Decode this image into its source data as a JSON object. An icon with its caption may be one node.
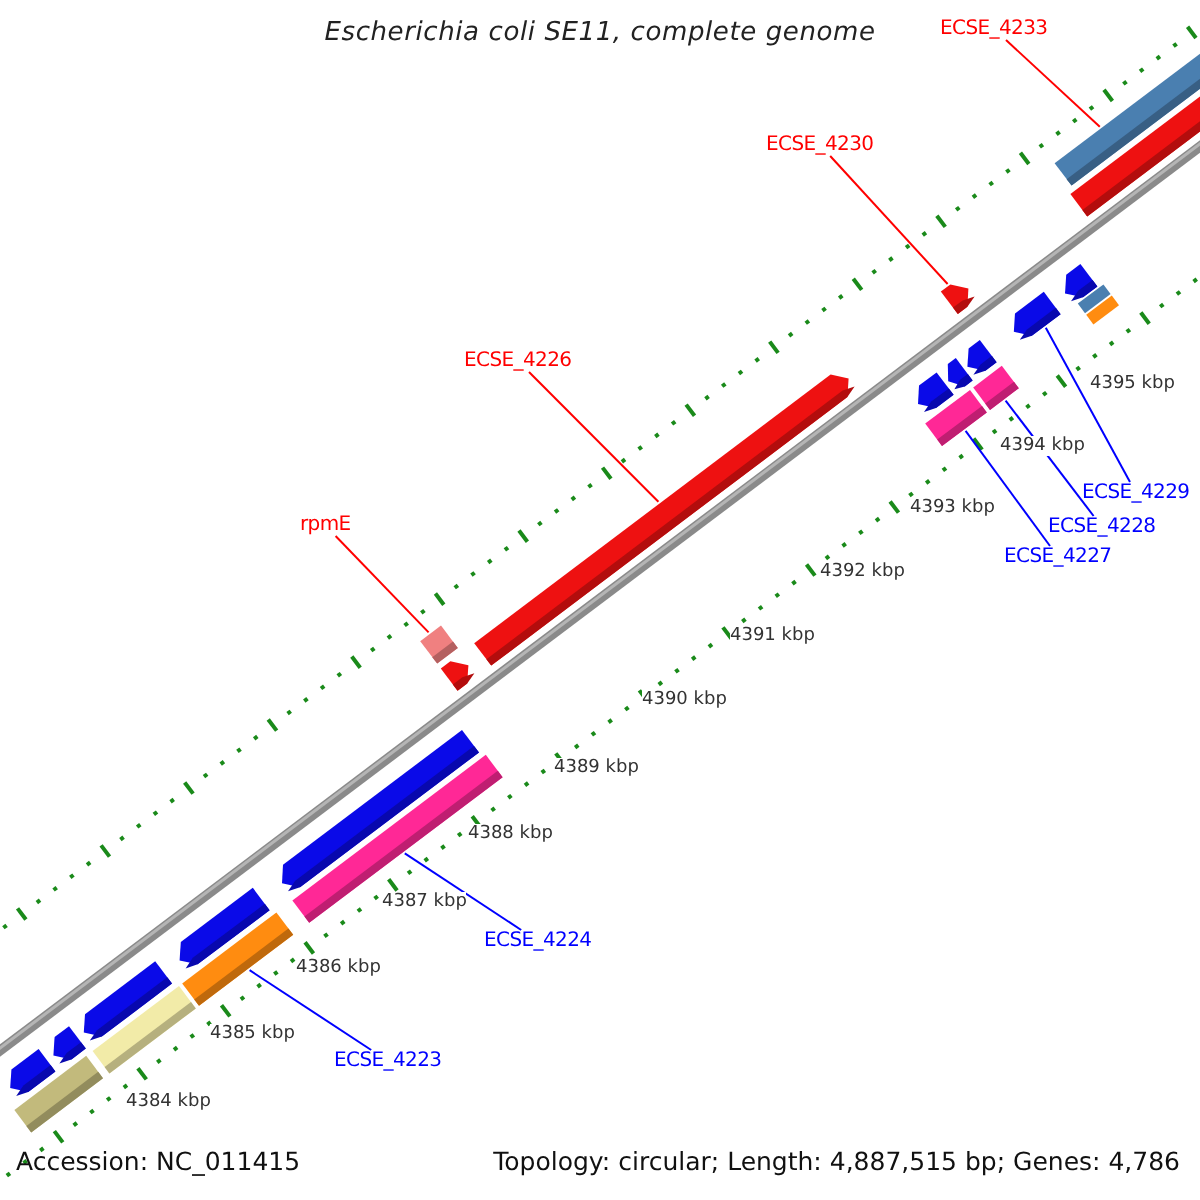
{
  "diagram": {
    "title": "Escherichia coli SE11, complete genome",
    "nodes": [
      {
        "text": [
          "ECSE_4233"
        ]
      },
      {
        "text": [],
        "shape": "bar"
      },
      {
        "text": [
          "ECSE_4230"
        ]
      },
      {
        "text": [],
        "shape": "bar"
      },
      {
        "text": [
          "ECSE_4226"
        ]
      },
      {
        "text": [],
        "shape": "bar"
      },
      {
        "text": [
          "rpmE"
        ]
      },
      {
        "text": [],
        "shape": "bar"
      },
      {
        "text": [
          "ECSE_4229"
        ]
      },
      {
        "text": [],
        "shape": "bar"
      },
      {
        "text": [
          "ECSE_4228"
        ]
      },
      {
        "text": [],
        "shape": "bar"
      },
      {
        "text": [
          "ECSE_4227"
        ]
      },
      {
        "text": [],
        "shape": "bar"
      },
      {
        "text": [
          "ECSE_4224"
        ]
      },
      {
        "text": [],
        "shape": "bar"
      },
      {
        "text": [
          "ECSE_4223"
        ]
      },
      {
        "text": [],
        "shape": "bar"
      },
      {
        "text": [],
        "shape": "bar"
      },
      {
        "text": [],
        "shape": "bar"
      },
      {
        "text": [],
        "shape": "bar"
      },
      {
        "text": [],
        "shape": "bar"
      },
      {
        "text": [],
        "shape": "bar"
      },
      {
        "text": [],
        "shape": "bar"
      },
      {
        "text": [],
        "shape": "bar"
      },
      {
        "text": [],
        "shape": "bar"
      },
      {
        "text": [],
        "shape": "bar"
      },
      {
        "text": [],
        "shape": "bar"
      },
      {
        "text": [],
        "shape": "bar"
      },
      {
        "text": [],
        "shape": "bar"
      },
      {
        "text": [],
        "shape": "bar"
      },
      {
        "text": [],
        "shape": "bar"
      },
      {
        "text": [],
        "shape": "bar"
      }
    ],
    "edges": [
      {
        "from": 0,
        "to": 1,
        "arrow": "none",
        "color": "#ff0000"
      },
      {
        "from": 2,
        "to": 3,
        "arrow": "none",
        "color": "#ff0000"
      },
      {
        "from": 4,
        "to": 5,
        "arrow": "none",
        "color": "#ff0000"
      },
      {
        "from": 6,
        "to": 7,
        "arrow": "none",
        "color": "#ff0000"
      },
      {
        "from": 8,
        "to": 9,
        "arrow": "none"
      },
      {
        "from": 10,
        "to": 11,
        "arrow": "none"
      },
      {
        "from": 12,
        "to": 13,
        "arrow": "none"
      },
      {
        "from": 14,
        "to": 15,
        "arrow": "none"
      },
      {
        "from": 16,
        "to": 17,
        "arrow": "none"
      }
    ],
    "labels": [
      "4395 kbp",
      "4394 kbp",
      "4393 kbp",
      "4392 kbp",
      "4391 kbp",
      "4390 kbp",
      "4389 kbp",
      "4388 kbp",
      "4387 kbp",
      "4386 kbp",
      "4385 kbp",
      "4384 kbp",
      "Accession: NC_011415",
      "Topology: circular; Length: 4,887,515 bp; Genes: 4,786"
    ]
  }
}
